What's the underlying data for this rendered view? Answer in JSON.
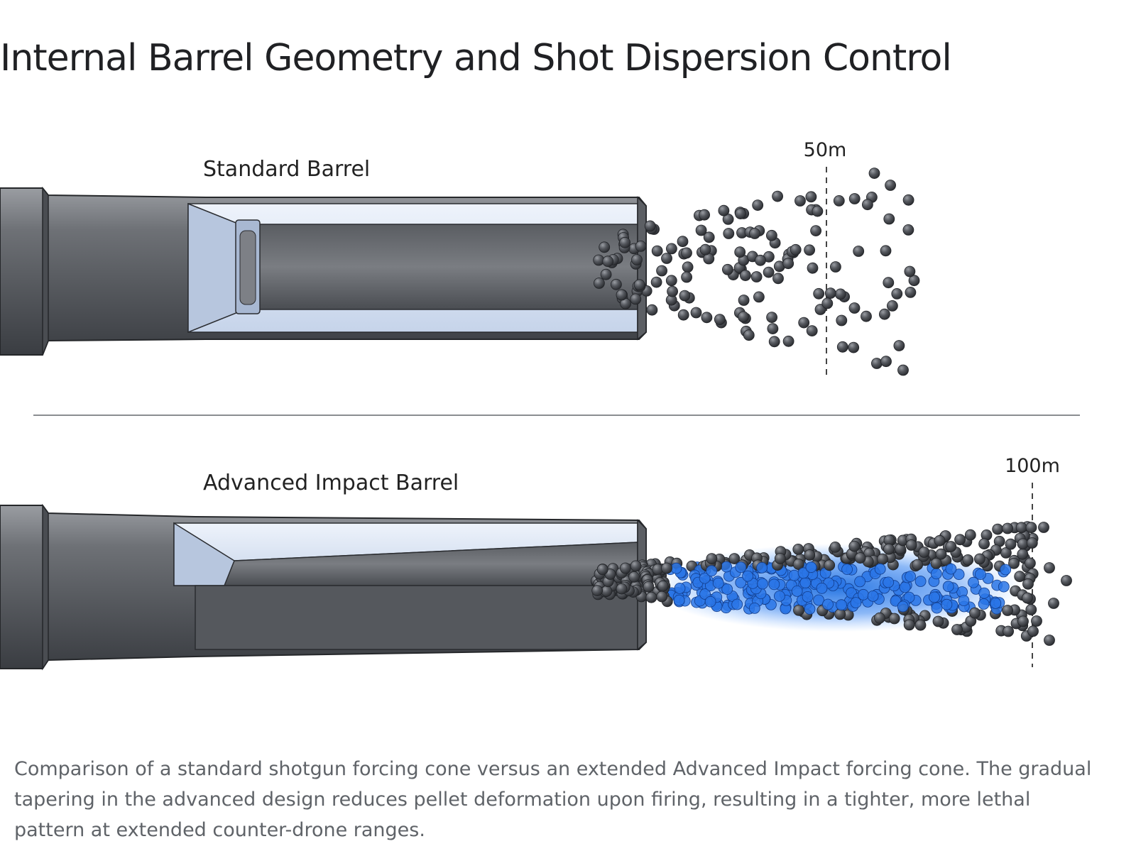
{
  "title": "Internal Barrel Geometry and Shot Dispersion Control",
  "panels": {
    "standard": {
      "label": "Standard Barrel",
      "range_label": "50m"
    },
    "advanced": {
      "label": "Advanced Impact Barrel",
      "range_label": "100m"
    }
  },
  "caption": "Comparison of a standard shotgun forcing cone versus an extended Advanced Impact forcing cone. The gradual tapering in the advanced design reduces pellet deformation upon firing, resulting in a tighter, more lethal pattern at extended counter-drone ranges.",
  "colors": {
    "barrel_steel": "#6b6e73",
    "barrel_dark": "#3c3f44",
    "bore_highlight": "#dbe6f5",
    "pellet": "#4d5056",
    "core_glow": "#1e6fe0",
    "divider": "#8a8d91"
  }
}
